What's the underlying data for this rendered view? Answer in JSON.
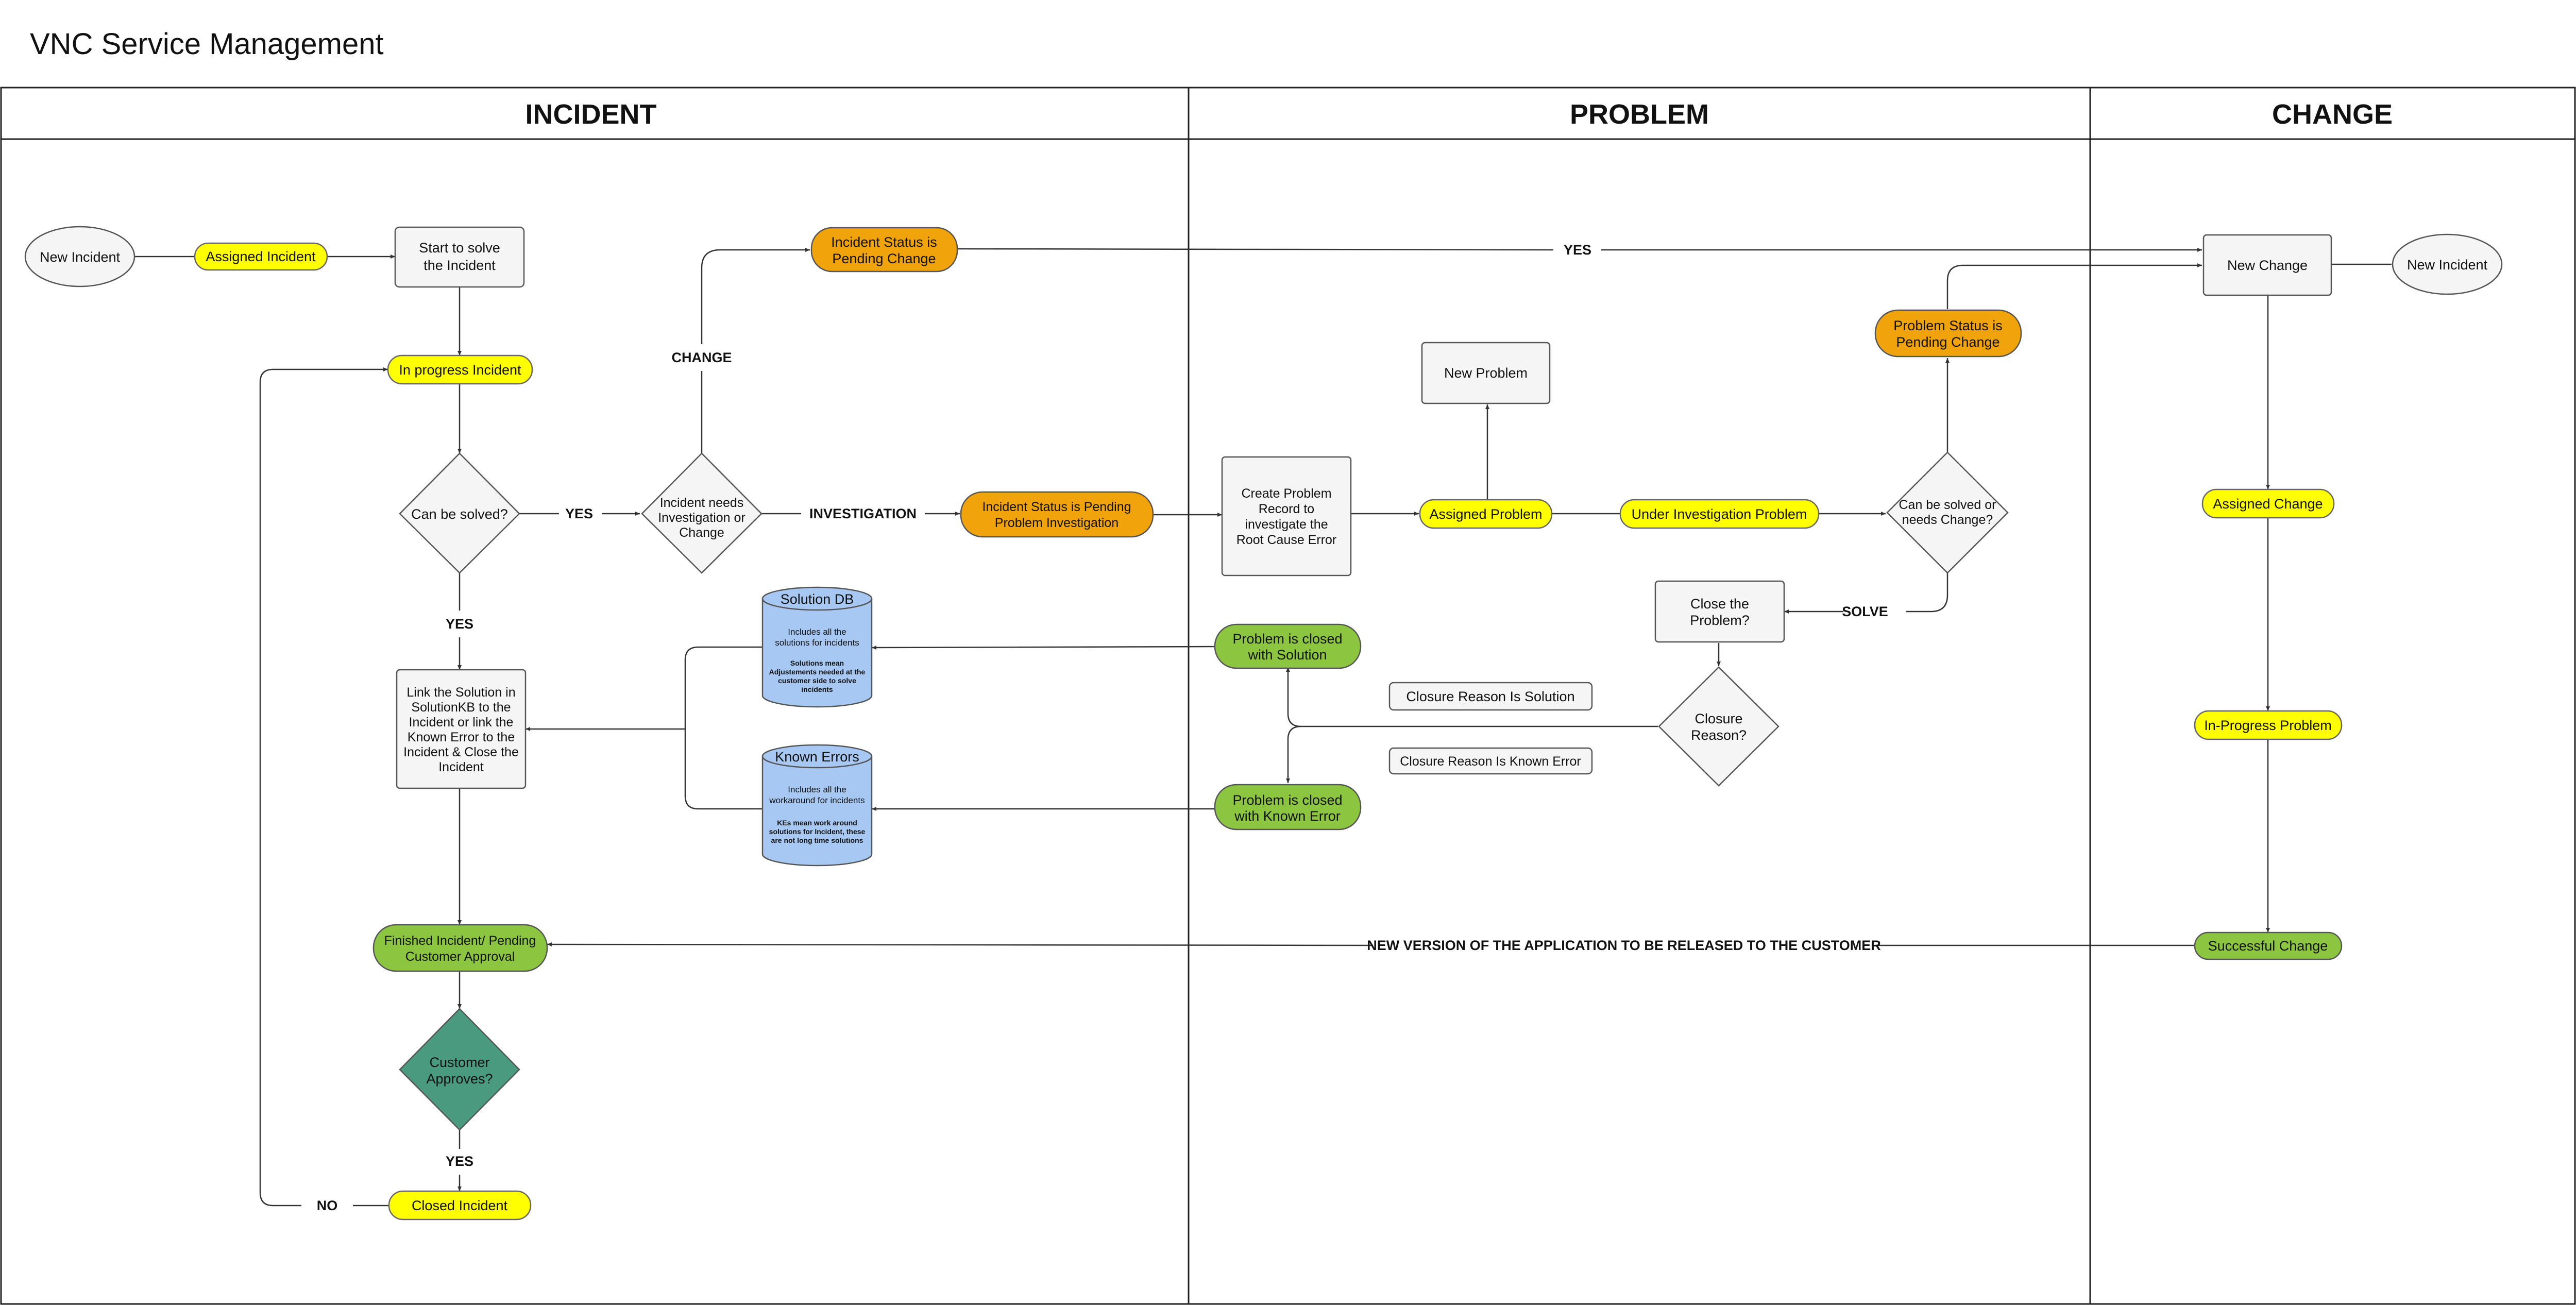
{
  "title": "VNC Service Management",
  "lanes": [
    "INCIDENT",
    "PROBLEM",
    "CHANGE"
  ],
  "colors": {
    "yellow": "#ffff00",
    "orange": "#f0a30a",
    "green": "#8cc640",
    "teal": "#4a9a80",
    "blue": "#a6c8f2",
    "gray": "#f5f5f5"
  },
  "nodes": {
    "new_incident_left": "New Incident",
    "assigned_incident": "Assigned Incident",
    "start_solve": [
      "Start  to solve",
      "the Incident"
    ],
    "in_progress_incident": "In progress Incident",
    "can_be_solved": "Can be solved?",
    "needs_investigation": [
      "Incident needs",
      "Investigation or",
      "Change"
    ],
    "status_pending_change": [
      "Incident Status is",
      "Pending Change"
    ],
    "status_pending_investigation": [
      "Incident Status is Pending",
      "Problem Investigation"
    ],
    "link_solution": [
      "Link the Solution in",
      "SolutionKB to the",
      "Incident or link the",
      "Known Error to the",
      "Incident & Close the",
      "Incident"
    ],
    "solution_db": {
      "title": "Solution DB",
      "text": [
        "Includes all the",
        "solutions for incidents"
      ],
      "note": [
        "Solutions mean",
        "Adjustements needed at the",
        "customer side to solve",
        "incidents"
      ]
    },
    "known_errors": {
      "title": "Known Errors",
      "text": [
        "Includes all the",
        "workaround for incidents"
      ],
      "note": [
        "KEs mean work around",
        "solutions for Incident, these",
        "are not long time solutions"
      ]
    },
    "finished_incident": [
      "Finished Incident/ Pending",
      "Customer Approval"
    ],
    "customer_approves": [
      "Customer",
      "Approves?"
    ],
    "closed_incident": "Closed Incident",
    "create_problem": [
      "Create Problem",
      "Record to",
      "investigate the",
      "Root Cause Error"
    ],
    "new_problem": "New Problem",
    "assigned_problem": "Assigned Problem",
    "under_investigation": "Under Investigation Problem",
    "solved_or_change": [
      "Can be solved or",
      "needs Change?"
    ],
    "problem_pending_change": [
      "Problem Status is",
      "Pending Change"
    ],
    "close_problem": [
      "Close the",
      "Problem?"
    ],
    "closure_reason": [
      "Closure",
      "Reason?"
    ],
    "closure_solution": "Closure Reason Is Solution",
    "closure_known_error": "Closure Reason Is Known Error",
    "closed_with_solution": [
      "Problem is closed",
      "with Solution"
    ],
    "closed_with_known_error": [
      "Problem is closed",
      "with Known Error"
    ],
    "new_change": "New Change",
    "new_incident_right": "New Incident",
    "assigned_change": "Assigned Change",
    "in_progress_problem": "In-Progress Problem",
    "successful_change": "Successful Change"
  },
  "edge_labels": {
    "yes_top": "YES",
    "change": "CHANGE",
    "yes_mid": "YES",
    "investigation": "INVESTIGATION",
    "yes_left": "YES",
    "yes_bottom": "YES",
    "no": "NO",
    "solve": "SOLVE",
    "new_version": "NEW VERSION OF THE APPLICATION TO BE RELEASED TO THE CUSTOMER"
  }
}
